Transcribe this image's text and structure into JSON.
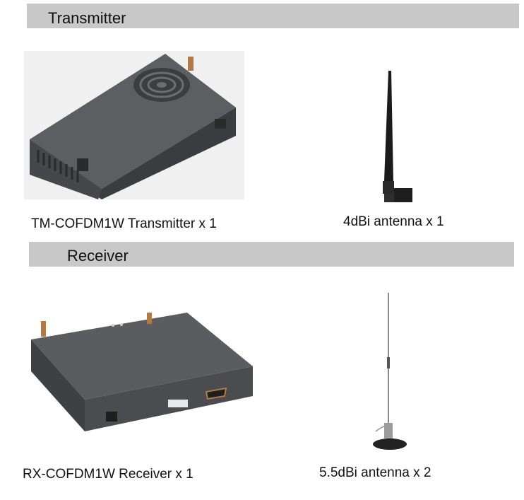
{
  "sections": [
    {
      "title": "Transmitter"
    },
    {
      "title": "Receiver"
    }
  ],
  "items": {
    "transmitter": {
      "caption": "TM-COFDM1W Transmitter x 1"
    },
    "tx_antenna": {
      "caption": "4dBi antenna x 1"
    },
    "receiver": {
      "caption": "RX-COFDM1W Receiver x 1"
    },
    "rx_antenna": {
      "caption": "5.5dBi antenna x 2"
    }
  },
  "colors": {
    "section_bar": "#c8c8c8",
    "device_body": "#4a4c50",
    "device_top": "#5c5e62",
    "connector": "#b07a48"
  }
}
